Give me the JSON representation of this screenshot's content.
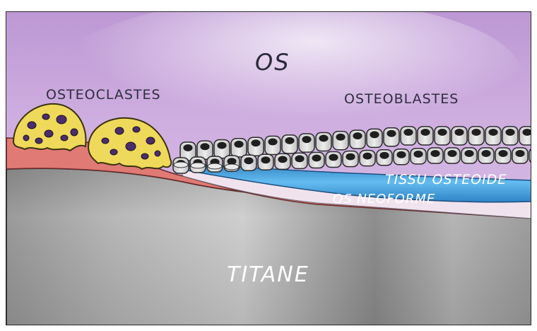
{
  "labels": {
    "os": "OS",
    "osteoclastes": "OSTEOCLASTES",
    "osteoblastes": "OSTEOBLASTES",
    "tissu_osteoide": "TISSU OSTEOIDE",
    "os_neoforme": "OS NEOFORME",
    "titane": "TITANE"
  },
  "colors": {
    "bone": "#c9a6dc",
    "osteoclast": "#efd95a",
    "new_bone": "#e07a74",
    "osteoid": "#4aa6de",
    "titanium": "#a9a9a9",
    "cell": "#d7d7d7"
  }
}
